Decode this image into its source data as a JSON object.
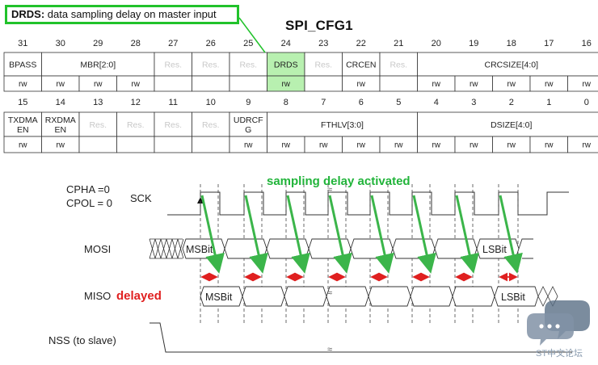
{
  "callout": {
    "field": "DRDS:",
    "text": "data sampling delay on master input",
    "color": "#21c22b"
  },
  "register": {
    "name": "SPI_CFG1",
    "upper": {
      "bits": [
        "31",
        "30",
        "29",
        "28",
        "27",
        "26",
        "25",
        "24",
        "23",
        "22",
        "21",
        "20",
        "19",
        "18",
        "17",
        "16"
      ],
      "fields": [
        {
          "name": "BPASS",
          "span": 1,
          "access": [
            "rw"
          ]
        },
        {
          "name": "MBR[2:0]",
          "span": 3,
          "access": [
            "rw",
            "rw",
            "rw"
          ]
        },
        {
          "name": "Res.",
          "span": 1,
          "reserved": true,
          "access": [
            ""
          ]
        },
        {
          "name": "Res.",
          "span": 1,
          "reserved": true,
          "access": [
            ""
          ]
        },
        {
          "name": "Res.",
          "span": 1,
          "reserved": true,
          "access": [
            ""
          ]
        },
        {
          "name": "DRDS",
          "span": 1,
          "highlight": true,
          "access": [
            "rw"
          ]
        },
        {
          "name": "Res.",
          "span": 1,
          "reserved": true,
          "access": [
            ""
          ]
        },
        {
          "name": "CRCEN",
          "span": 1,
          "access": [
            "rw"
          ]
        },
        {
          "name": "Res.",
          "span": 1,
          "reserved": true,
          "access": [
            ""
          ]
        },
        {
          "name": "CRCSIZE[4:0]",
          "span": 5,
          "access": [
            "rw",
            "rw",
            "rw",
            "rw",
            "rw"
          ]
        }
      ]
    },
    "lower": {
      "bits": [
        "15",
        "14",
        "13",
        "12",
        "11",
        "10",
        "9",
        "8",
        "7",
        "6",
        "5",
        "4",
        "3",
        "2",
        "1",
        "0"
      ],
      "fields": [
        {
          "name": "TXDMA EN",
          "span": 1,
          "access": [
            "rw"
          ]
        },
        {
          "name": "RXDMA EN",
          "span": 1,
          "access": [
            "rw"
          ]
        },
        {
          "name": "Res.",
          "span": 1,
          "reserved": true,
          "access": [
            ""
          ]
        },
        {
          "name": "Res.",
          "span": 1,
          "reserved": true,
          "access": [
            ""
          ]
        },
        {
          "name": "Res.",
          "span": 1,
          "reserved": true,
          "access": [
            ""
          ]
        },
        {
          "name": "Res.",
          "span": 1,
          "reserved": true,
          "access": [
            ""
          ]
        },
        {
          "name": "UDRCF G",
          "span": 1,
          "access": [
            "rw"
          ]
        },
        {
          "name": "FTHLV[3:0]",
          "span": 4,
          "access": [
            "rw",
            "rw",
            "rw",
            "rw"
          ]
        },
        {
          "name": "DSIZE[4:0]",
          "span": 5,
          "access": [
            "rw",
            "rw",
            "rw",
            "rw",
            "rw"
          ]
        }
      ]
    },
    "highlight_color": "#b8f0b0"
  },
  "timing": {
    "cpha": "CPHA =0",
    "cpol": "CPOL = 0",
    "sck": "SCK",
    "annotation": "sampling delay activated",
    "mosi": "MOSI",
    "mosi_first": "MSBit",
    "mosi_last": "LSBit",
    "miso": "MISO",
    "miso_tag": "delayed",
    "miso_first": "MSBit",
    "miso_last": "LSBit",
    "nss": "NSS (to slave)",
    "break_mark": "≈",
    "colors": {
      "arrow": "#3bb54a",
      "delay": "#e02020",
      "annotation": "#21b43a"
    }
  },
  "watermark": {
    "text": "ST中文论坛",
    "icon": "chat-bubble-icon"
  }
}
